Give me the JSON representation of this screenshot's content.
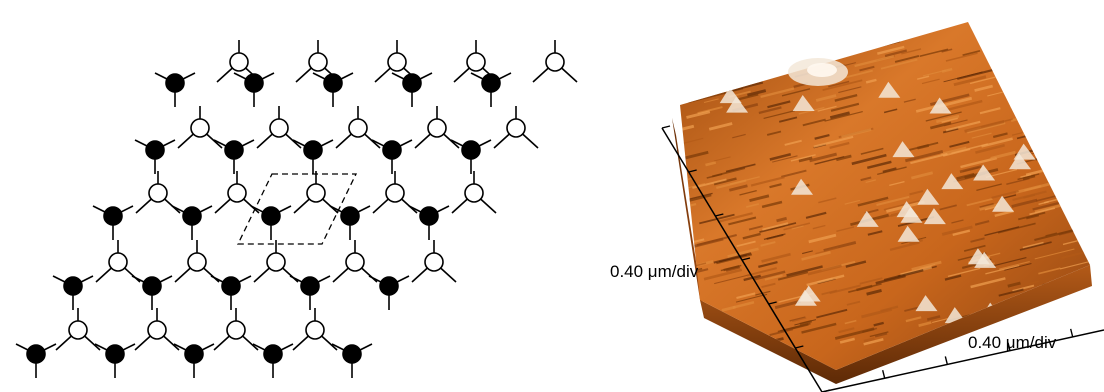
{
  "lattice": {
    "atom_types": [
      "filled",
      "hollow"
    ],
    "unit_cell": "dashed-parallelogram",
    "colors": {
      "filled_atom": "#000000",
      "hollow_atom": "#ffffff",
      "bond": "#000000",
      "cell_outline": "#000000"
    }
  },
  "afm": {
    "y_axis_label": "0.40 μm/div",
    "x_axis_label": "0.40 μm/div",
    "colors": {
      "surface_dark": "#7a3a08",
      "surface_mid": "#c8661c",
      "surface_light": "#f0a050",
      "highlight": "#f3e7d8"
    }
  }
}
